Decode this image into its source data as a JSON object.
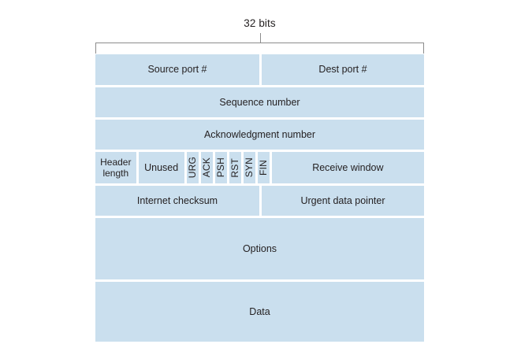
{
  "diagram": {
    "title_label": "32 bits",
    "colors": {
      "field_fill": "#cadfee",
      "text": "#231f20",
      "bracket": "#8c8c8c",
      "background": "#ffffff"
    },
    "rows": [
      {
        "name": "ports",
        "cells": [
          {
            "label": "Source port #"
          },
          {
            "label": "Dest port #"
          }
        ]
      },
      {
        "name": "sequence",
        "cells": [
          {
            "label": "Sequence number"
          }
        ]
      },
      {
        "name": "acknowledgment",
        "cells": [
          {
            "label": "Acknowledgment number"
          }
        ]
      },
      {
        "name": "flags",
        "cells": [
          {
            "label": "Header length"
          },
          {
            "label": "Unused"
          },
          {
            "label": "URG"
          },
          {
            "label": "ACK"
          },
          {
            "label": "PSH"
          },
          {
            "label": "RST"
          },
          {
            "label": "SYN"
          },
          {
            "label": "FIN"
          },
          {
            "label": "Receive window"
          }
        ]
      },
      {
        "name": "checksum",
        "cells": [
          {
            "label": "Internet checksum"
          },
          {
            "label": "Urgent data pointer"
          }
        ]
      },
      {
        "name": "options",
        "cells": [
          {
            "label": "Options"
          }
        ]
      },
      {
        "name": "data",
        "cells": [
          {
            "label": "Data"
          }
        ]
      }
    ]
  },
  "fields": {
    "source_port": "Source port #",
    "dest_port": "Dest port #",
    "sequence_number": "Sequence number",
    "acknowledgment_number": "Acknowledgment number",
    "header_length_line1": "Header",
    "header_length_line2": "length",
    "unused": "Unused",
    "flag_urg": "URG",
    "flag_ack": "ACK",
    "flag_psh": "PSH",
    "flag_rst": "RST",
    "flag_syn": "SYN",
    "flag_fin": "FIN",
    "receive_window": "Receive window",
    "internet_checksum": "Internet checksum",
    "urgent_data_pointer": "Urgent data pointer",
    "options": "Options",
    "data": "Data"
  }
}
